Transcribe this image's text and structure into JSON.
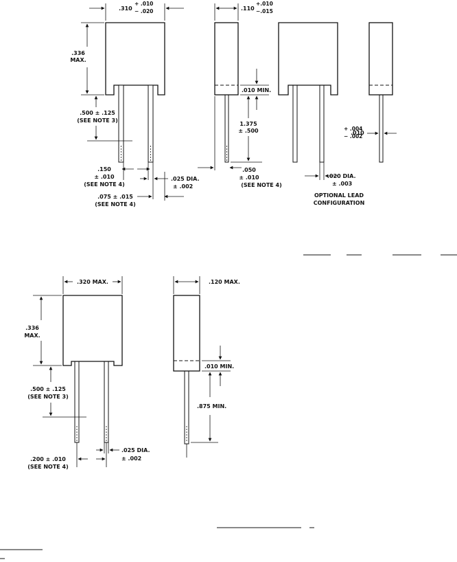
{
  "figure_top": {
    "width_value": ".310",
    "width_tol_plus": "+ .010",
    "width_tol_minus": "− .020",
    "thickness_value": ".110",
    "thickness_tol_plus": "+.010",
    "thickness_tol_minus": "−.015",
    "height_line1": ".336",
    "height_line2": "MAX.",
    "lead_length_line1": ".500 ± .125",
    "lead_length_line2": "(SEE NOTE 3)",
    "standoff": ".010 MIN.",
    "side_lead_line1": "1.375",
    "side_lead_line2": "± .500",
    "spacing_line1": ".150",
    "spacing_line2": "± .010",
    "spacing_line3": "(SEE NOTE 4)",
    "lead_dia_line1": ".025 DIA.",
    "lead_dia_line2": "± .002",
    "offset_line1": ".075 ± .015",
    "offset_line2": "(SEE NOTE 4)",
    "side_offset_line1": ".050",
    "side_offset_line2": "± .010",
    "side_offset_line3": "(SEE NOTE 4)",
    "alt_thick_value": ".010",
    "alt_thick_tol_plus": "+ .004",
    "alt_thick_tol_minus": "− .002",
    "alt_dia_line1": ".020 DIA.",
    "alt_dia_line2": "± .003",
    "optional_line1": "OPTIONAL LEAD",
    "optional_line2": "CONFIGURATION"
  },
  "figure_bottom": {
    "width": ".320 MAX.",
    "thickness": ".120 MAX.",
    "height_line1": ".336",
    "height_line2": "MAX.",
    "lead_length_line1": ".500 ± .125",
    "lead_length_line2": "(SEE NOTE 3)",
    "standoff": ".010 MIN.",
    "side_lead": ".875 MIN.",
    "lead_dia_line1": ".025 DIA.",
    "lead_dia_line2": "± .002",
    "spacing_line1": ".200 ± .010",
    "spacing_line2": "(SEE NOTE 4)"
  }
}
